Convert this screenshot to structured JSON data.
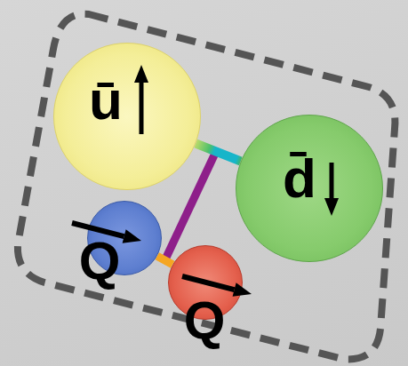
{
  "diagram": {
    "nodes": [
      {
        "text": [
          "ū"
        ]
      },
      {
        "text": [
          "d̄"
        ]
      },
      {
        "text": [
          "Q"
        ]
      },
      {
        "text": [
          "Q"
        ]
      }
    ],
    "edges": [
      {
        "from": 0,
        "to": 1,
        "arrow": "none"
      },
      {
        "from": 2,
        "to": 3,
        "arrow": "none"
      }
    ]
  }
}
